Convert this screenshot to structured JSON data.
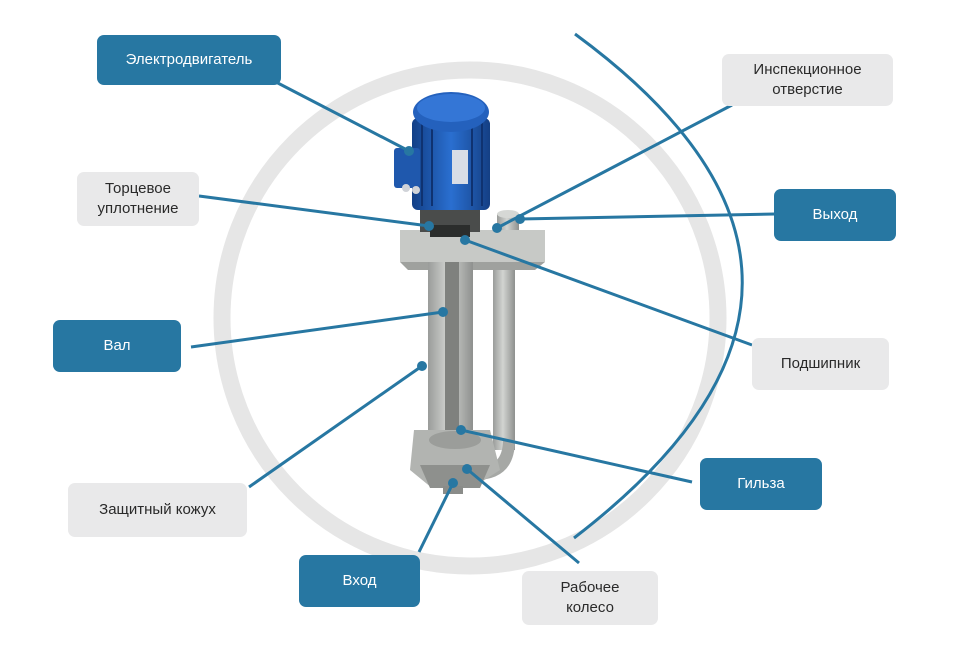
{
  "labels": {
    "motor": "Электродвигатель",
    "inspection_hole": "Инспекционное отверстие",
    "mechanical_seal": "Торцевое уплотнение",
    "outlet": "Выход",
    "shaft": "Вал",
    "bearing": "Подшипник",
    "protective_casing": "Защитный кожух",
    "sleeve": "Гильза",
    "inlet": "Вход",
    "impeller": "Рабочее колесо"
  },
  "colors": {
    "accent_blue": "#2777a2",
    "label_grey": "#e9e9ea",
    "motor_blue": "#1d5bb0",
    "pump_grey": "#b9bbb8",
    "ring_grey": "#e6e6e6"
  }
}
